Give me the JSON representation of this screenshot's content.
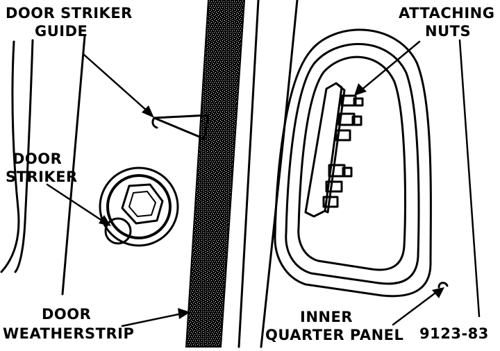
{
  "labels": {
    "door_striker_guide_line1": "DOOR STRIKER",
    "door_striker_guide_line2": "GUIDE",
    "door_striker_line1": "DOOR",
    "door_striker_line2": "STRIKER",
    "door_weatherstrip_line1": "DOOR",
    "door_weatherstrip_line2": "WEATHERSTRIP",
    "attaching_nuts_line1": "ATTACHING",
    "attaching_nuts_line2": "NUTS",
    "inner_quarter_panel_line1": "INNER",
    "inner_quarter_panel_line2": "QUARTER PANEL",
    "figure_number": "9123-83"
  }
}
